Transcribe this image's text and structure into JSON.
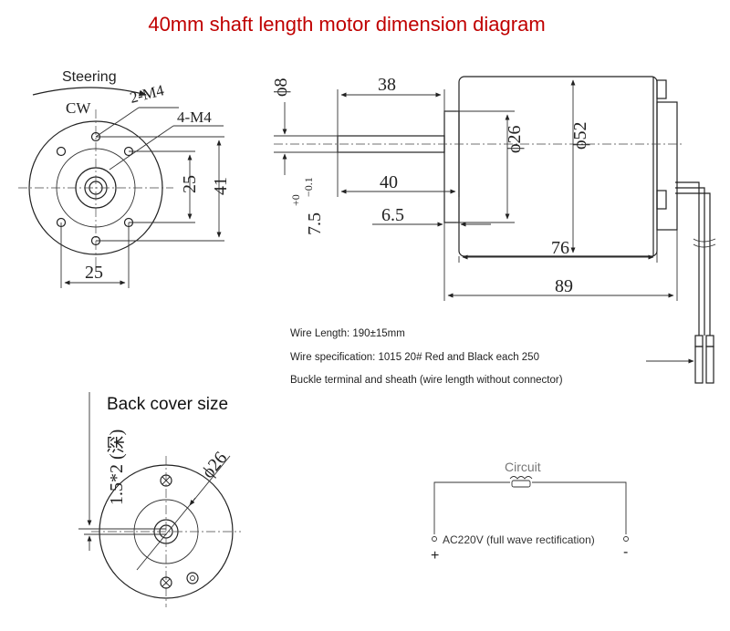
{
  "title": "40mm shaft length motor dimension diagram",
  "front_view": {
    "steering_label": "Steering",
    "direction": "CW",
    "hole_label_a": "2-M4",
    "hole_label_b": "4-M4",
    "dim_25_vertical": "25",
    "dim_41": "41",
    "dim_25_horizontal": "25"
  },
  "side_view": {
    "dim_shaft_diameter": "ϕ8",
    "dim_38": "38",
    "dim_boss_diameter": "ϕ26",
    "dim_body_diameter": "ϕ52",
    "dim_40": "40",
    "dim_6_5": "6.5",
    "dim_7_5": "7.5",
    "tol_plus": "+0",
    "tol_minus": "−0.1",
    "dim_76": "76",
    "dim_89": "89"
  },
  "notes": [
    "Wire Length: 190±15mm",
    "Wire specification: 1015 20# Red and Black each 250",
    "Buckle terminal and sheath (wire length without connector)"
  ],
  "back_view": {
    "label": "Back cover size",
    "dim_depth": "1.5*2 (深)",
    "dim_diameter": "ϕ26"
  },
  "circuit": {
    "label": "Circuit",
    "supply": "AC220V (full wave rectification)",
    "plus": "+",
    "minus": "-"
  }
}
